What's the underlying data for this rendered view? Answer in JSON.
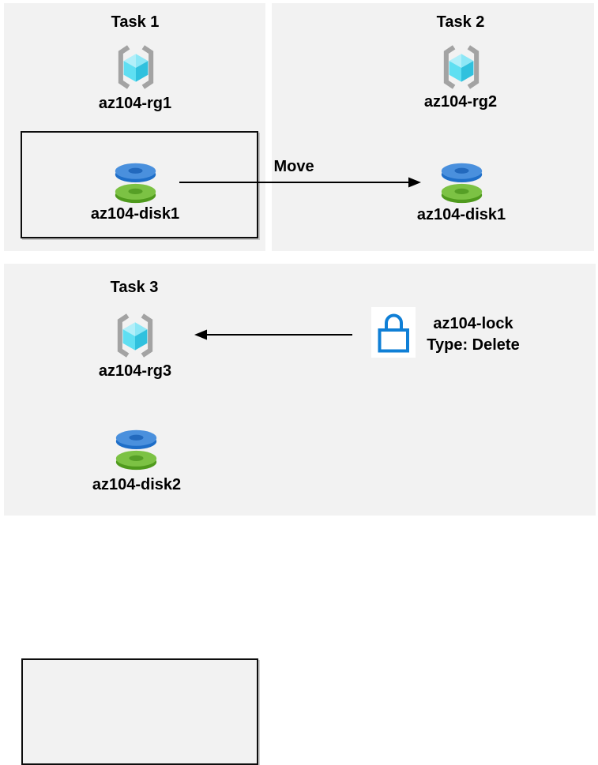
{
  "tasks": [
    {
      "title": "Task 1",
      "rg_label": "az104-rg1",
      "disk_label": "az104-disk1"
    },
    {
      "title": "Task 2",
      "rg_label": "az104-rg2",
      "disk_label": "az104-disk1"
    },
    {
      "title": "Task 3",
      "rg_label": "az104-rg3",
      "disk_label": "az104-disk2"
    }
  ],
  "connections": {
    "move_label": "Move"
  },
  "lock": {
    "name": "az104-lock",
    "type_line": "Type: Delete"
  },
  "colors": {
    "panel-bg": "#f2f2f2",
    "box-border": "#0d0d0d",
    "text": "#000000",
    "arrow": "#000000",
    "bracket-gray": "#a3a3a3",
    "cube-top": "#b2eff9",
    "cube-top-right": "#8de7f6",
    "cube-left": "#5fdff2",
    "cube-right": "#30c1de",
    "disk-blue-top": "#4a90dd",
    "disk-blue-side": "#1e6ec8",
    "disk-blue-hole": "#2269bd",
    "disk-green-top": "#7cc244",
    "disk-green-side": "#4f9a1d",
    "disk-green-hole": "#569f26",
    "lock-blue": "#0f7fd6",
    "lock-tile-bg": "#ffffff"
  }
}
